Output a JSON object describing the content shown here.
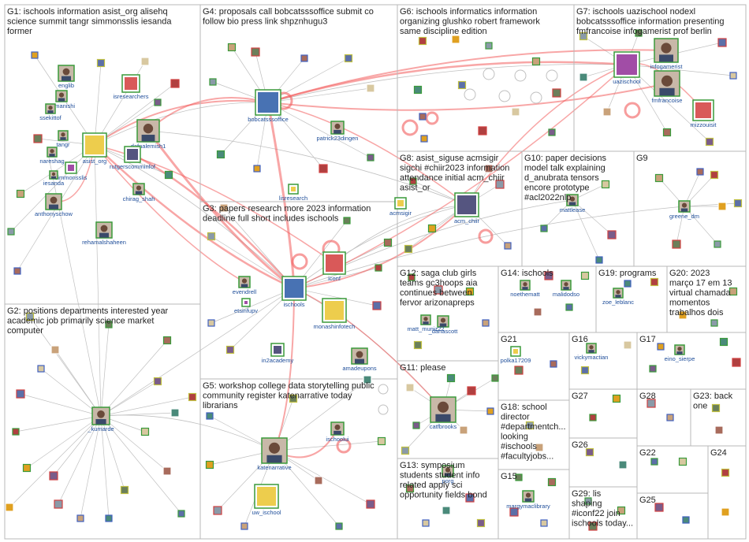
{
  "groups": [
    {
      "id": "G1",
      "lines": [
        "G1: ischools information asist_org alisehq",
        "science summit tangr simmonsslis iesanda",
        "former"
      ]
    },
    {
      "id": "G2",
      "lines": [
        "G2: positions departments interested year",
        "academic job primarily science market",
        "computer"
      ]
    },
    {
      "id": "G3",
      "lines": [
        "G3: papers research more 2023 information",
        "deadline full short includes ischools"
      ]
    },
    {
      "id": "G4",
      "lines": [
        "G4: proposals call bobcatsssoffice submit co",
        "follow bio press link shpznhugu3"
      ]
    },
    {
      "id": "G5",
      "lines": [
        "G5: workshop college data storytelling public",
        "community register katenarrative today",
        "librarians"
      ]
    },
    {
      "id": "G6",
      "lines": [
        "G6: ischools informatics information",
        "organizing glushko robert framework",
        "same discipline edition"
      ]
    },
    {
      "id": "G7",
      "lines": [
        "G7: ischools uazischool nodexl",
        "bobcatsssoffice information presenting",
        "fmfrancoise infogamerist prof berlin"
      ]
    },
    {
      "id": "G8",
      "lines": [
        "G8: asist_siguse acmsigir",
        "sigchi #chiir2023 information",
        "attendance initial acm_chiir",
        "asist_or"
      ]
    },
    {
      "id": "G9",
      "lines": [
        "G9"
      ]
    },
    {
      "id": "G10",
      "lines": [
        "G10: paper decisions",
        "model talk explaining",
        "d_anubrata tensors",
        "encore prototype",
        "#acl2022nlp"
      ]
    },
    {
      "id": "G11",
      "lines": [
        "G11: please"
      ]
    },
    {
      "id": "G12",
      "lines": [
        "G12: saga club girls",
        "teams gc3hoops aia",
        "continues between",
        "fervor arizonapreps"
      ]
    },
    {
      "id": "G13",
      "lines": [
        "G13: symposium",
        "students student info",
        "related apply sci",
        "opportunity fields bond"
      ]
    },
    {
      "id": "G14",
      "lines": [
        "G14: ischools"
      ]
    },
    {
      "id": "G15",
      "lines": [
        "G15"
      ]
    },
    {
      "id": "G16",
      "lines": [
        "G16"
      ]
    },
    {
      "id": "G17",
      "lines": [
        "G17"
      ]
    },
    {
      "id": "G18",
      "lines": [
        "G18: school",
        "director",
        "#departmentch...",
        "looking",
        "#ischools",
        "#facultyjobs..."
      ]
    },
    {
      "id": "G19",
      "lines": [
        "G19: programs"
      ]
    },
    {
      "id": "G20",
      "lines": [
        "G20: 2023",
        "março 17 em 13",
        "virtual chamada",
        "momentos",
        "trabalhos dois"
      ]
    },
    {
      "id": "G21",
      "lines": [
        "G21"
      ]
    },
    {
      "id": "G22",
      "lines": [
        "G22"
      ]
    },
    {
      "id": "G23",
      "lines": [
        "G23: back",
        "one"
      ]
    },
    {
      "id": "G24",
      "lines": [
        "G24"
      ]
    },
    {
      "id": "G25",
      "lines": [
        "G25"
      ]
    },
    {
      "id": "G26",
      "lines": [
        "G26"
      ]
    },
    {
      "id": "G27",
      "lines": [
        "G27"
      ]
    },
    {
      "id": "G28",
      "lines": [
        "G28"
      ]
    },
    {
      "id": "G29",
      "lines": [
        "G29: lis",
        "shaping",
        "#iconf22 join",
        "ischools today..."
      ]
    }
  ],
  "nodes": [
    {
      "id": "englib",
      "label": "englib"
    },
    {
      "id": "isresearchers",
      "label": "isresearchers"
    },
    {
      "id": "arimanishi",
      "label": "arimanishi"
    },
    {
      "id": "ssekittof",
      "label": "ssekittof"
    },
    {
      "id": "tangr",
      "label": "tangr"
    },
    {
      "id": "dafnalemish1",
      "label": "dafnalemish1"
    },
    {
      "id": "nareshag",
      "label": "nareshag"
    },
    {
      "id": "asist_org",
      "label": "asist_org"
    },
    {
      "id": "rutgerscomminfo",
      "label": "rutgerscomminfof"
    },
    {
      "id": "simmonsslis",
      "label": "simmonsslis"
    },
    {
      "id": "iesanda",
      "label": "iesanda"
    },
    {
      "id": "chirag_shah",
      "label": "chirag_shah"
    },
    {
      "id": "anthonyschow",
      "label": "anthonyschow"
    },
    {
      "id": "rehamalshaheen",
      "label": "rehamalshaheen"
    },
    {
      "id": "kumarde",
      "label": "_kumarde"
    },
    {
      "id": "bobcatsssoffice",
      "label": "bobcatsssoffice"
    },
    {
      "id": "patrick23dingen",
      "label": "patrick23dingen"
    },
    {
      "id": "lisresearch",
      "label": "lisresearch"
    },
    {
      "id": "evendrell",
      "label": "evendrell"
    },
    {
      "id": "etsinfupv",
      "label": "etsinfupv"
    },
    {
      "id": "ischools",
      "label": "ischools"
    },
    {
      "id": "iconf",
      "label": "iconf"
    },
    {
      "id": "monashinfotech",
      "label": "monashinfotech"
    },
    {
      "id": "in2academy",
      "label": "in2academy"
    },
    {
      "id": "amadeupons",
      "label": "amadeupons"
    },
    {
      "id": "katenarrative",
      "label": "katenarrative"
    },
    {
      "id": "ischoolui",
      "label": "ischoolui"
    },
    {
      "id": "uw_ischool",
      "label": "uw_ischool"
    },
    {
      "id": "infogamerist",
      "label": "infogamerist"
    },
    {
      "id": "uazischool",
      "label": "uazischool"
    },
    {
      "id": "fmfrancoise",
      "label": "fmfrancoise"
    },
    {
      "id": "mizzouisit",
      "label": "mizzouisit"
    },
    {
      "id": "acmsigir",
      "label": "acmsigir"
    },
    {
      "id": "acm_chiir",
      "label": "acm_chiir"
    },
    {
      "id": "mattlease",
      "label": "mattlease"
    },
    {
      "id": "greene_dm",
      "label": "greene_dm"
    },
    {
      "id": "danascott",
      "label": "_danascott"
    },
    {
      "id": "matt_muniz22",
      "label": "matt_muniz22"
    },
    {
      "id": "noethematt",
      "label": "noethematt"
    },
    {
      "id": "malidodso",
      "label": "malidodso"
    },
    {
      "id": "zoe_leblanc",
      "label": "zoe_leblanc"
    },
    {
      "id": "catfbrooks",
      "label": "catfbrooks"
    },
    {
      "id": "polka17209",
      "label": "polka17209"
    },
    {
      "id": "vickymactian",
      "label": "vickymactian"
    },
    {
      "id": "eino_sierpe",
      "label": "eino_sierpe"
    },
    {
      "id": "porg",
      "label": "porg"
    },
    {
      "id": "margymaclibrary",
      "label": "margymaclibrary"
    }
  ],
  "colors": {
    "edge": "#c0c0c0",
    "highlight": "#f25c5c",
    "group_border": "#b8b8b8",
    "label": "#1f4e9a",
    "text": "#222222"
  }
}
